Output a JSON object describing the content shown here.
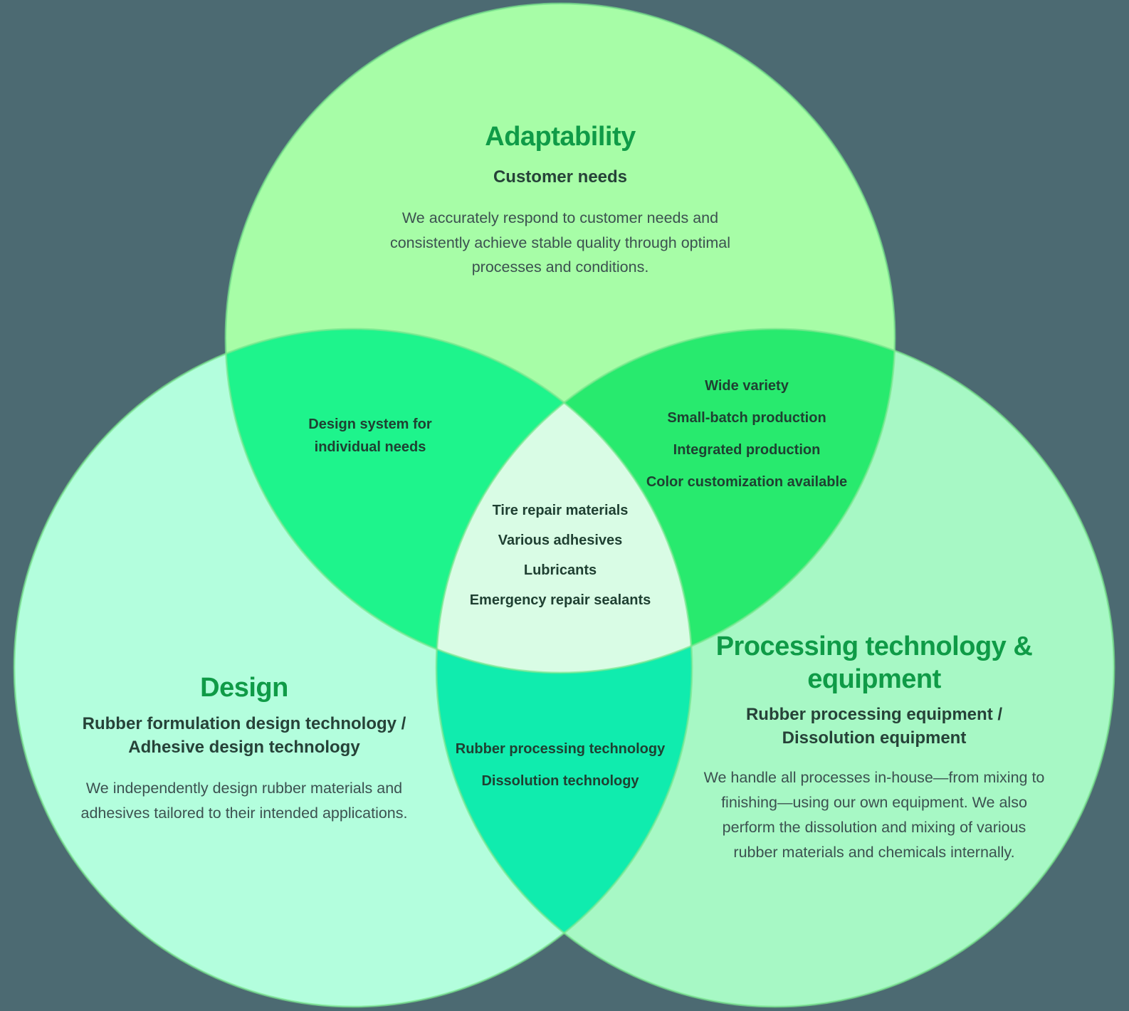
{
  "colors": {
    "background": "#4C6A72",
    "circle_stroke": "#78E68C",
    "heading_green": "#0F9B47",
    "dark_text": "#264238",
    "body_text": "#3C5150",
    "fills": {
      "adaptability": "#A7FDA7",
      "design": "#B3FEDD",
      "processing": "#A7F8C5",
      "design_adaptability": "#1EF48C",
      "adaptability_processing": "#28EA6E",
      "design_processing": "#10ECAE",
      "center": "#D9FCE5"
    }
  },
  "circles": {
    "adaptability": {
      "title": "Adaptability",
      "subtitle": "Customer needs",
      "description": "We accurately respond to customer needs and consistently achieve stable quality through optimal processes and conditions."
    },
    "design": {
      "title": "Design",
      "subtitle_lines": [
        "Rubber formulation design technology /",
        "Adhesive design technology"
      ],
      "description": "We independently design rubber materials and adhesives tailored to their intended applications."
    },
    "processing": {
      "title_lines": [
        "Processing technology &",
        "equipment"
      ],
      "subtitle_lines": [
        "Rubber processing equipment /",
        "Dissolution equipment"
      ],
      "description": "We handle all processes in-house—from mixing to finishing—using our own equipment. We also perform the dissolution and mixing of various rubber materials and chemicals internally."
    }
  },
  "overlaps": {
    "design_adaptability": {
      "items": [
        "Design system for individual needs"
      ]
    },
    "adaptability_processing": {
      "items": [
        "Wide variety",
        "Small-batch production",
        "Integrated production",
        "Color customization available"
      ]
    },
    "design_processing": {
      "items": [
        "Rubber processing technology",
        "Dissolution technology"
      ]
    },
    "center": {
      "items": [
        "Tire repair materials",
        "Various adhesives",
        "Lubricants",
        "Emergency repair sealants"
      ]
    }
  }
}
